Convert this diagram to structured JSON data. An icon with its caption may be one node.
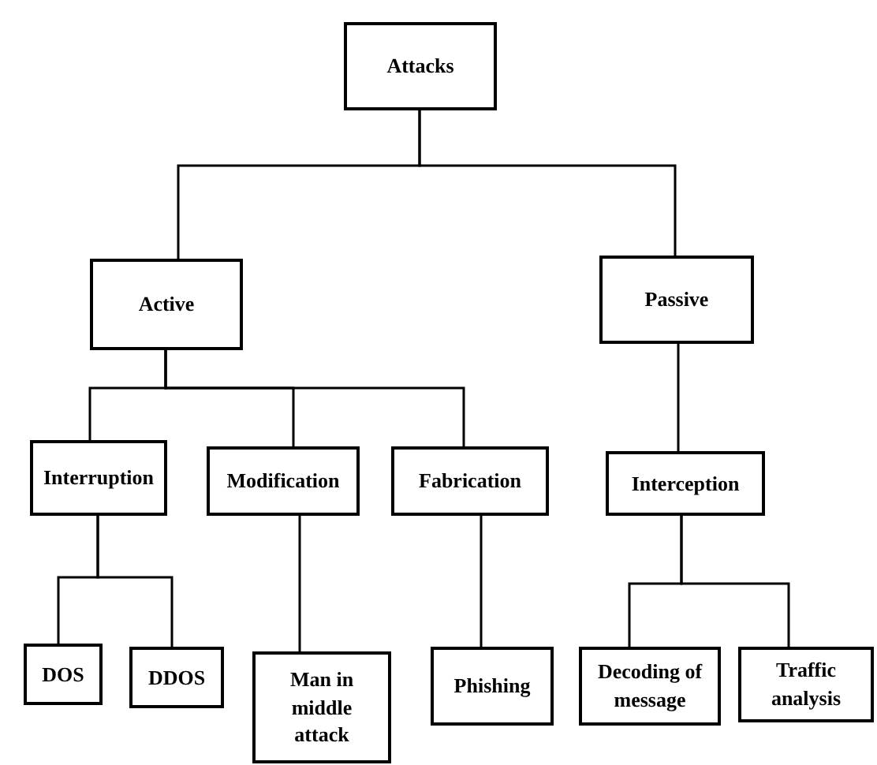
{
  "diagram": {
    "nodes": [
      {
        "text": [
          "Attacks"
        ]
      },
      {
        "text": [
          "Active"
        ]
      },
      {
        "text": [
          "Passive"
        ]
      },
      {
        "text": [
          "Interruption"
        ]
      },
      {
        "text": [
          "Modification"
        ]
      },
      {
        "text": [
          "Fabrication"
        ]
      },
      {
        "text": [
          "Interception"
        ]
      },
      {
        "text": [
          "DOS"
        ]
      },
      {
        "text": [
          "DDOS"
        ]
      },
      {
        "text": [
          "Man in middle attack"
        ]
      },
      {
        "text": [
          "Phishing"
        ]
      },
      {
        "text": [
          "Decoding of message"
        ]
      },
      {
        "text": [
          "Traffic analysis"
        ]
      }
    ],
    "edges": [
      {
        "from": 0,
        "to": 1,
        "arrow": "none"
      },
      {
        "from": 0,
        "to": 2,
        "arrow": "none"
      },
      {
        "from": 1,
        "to": 3,
        "arrow": "none"
      },
      {
        "from": 1,
        "to": 4,
        "arrow": "none"
      },
      {
        "from": 1,
        "to": 5,
        "arrow": "none"
      },
      {
        "from": 2,
        "to": 6,
        "arrow": "none"
      },
      {
        "from": 3,
        "to": 7,
        "arrow": "none"
      },
      {
        "from": 3,
        "to": 8,
        "arrow": "none"
      },
      {
        "from": 4,
        "to": 9,
        "arrow": "none"
      },
      {
        "from": 5,
        "to": 10,
        "arrow": "none"
      },
      {
        "from": 6,
        "to": 11,
        "arrow": "none"
      },
      {
        "from": 6,
        "to": 12,
        "arrow": "none"
      }
    ]
  }
}
